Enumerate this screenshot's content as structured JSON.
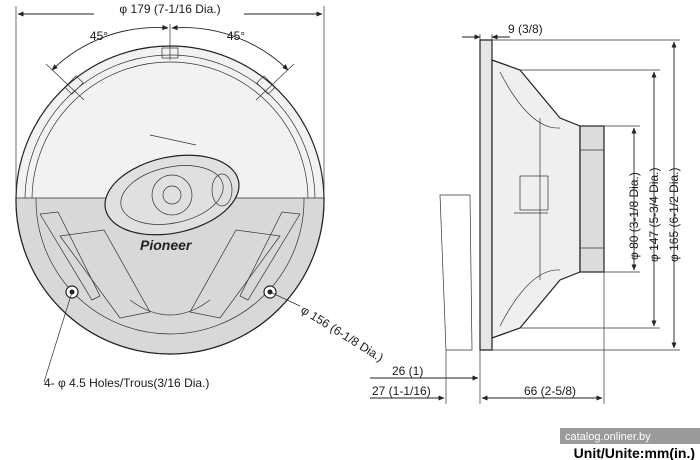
{
  "front_view": {
    "diameter_outer": "φ 179 (7-1/16 Dia.)",
    "angle_left": "45°",
    "angle_right": "45°",
    "diameter_mount": "φ 156 (6-1/8 Dia.)",
    "holes": "4- φ 4.5 Holes/Trous(3/16 Dia.)",
    "brand": "Pioneer"
  },
  "side_view": {
    "flange_thickness": "9 (3/8)",
    "mount_depth_a": "26 (1)",
    "mount_depth_b": "27 (1-1/16)",
    "magnet_depth": "66 (2-5/8)",
    "diameter_magnet": "φ 80 (3-1/8 Dia.)",
    "diameter_cone": "φ 147 (5-3/4 Dia.)",
    "diameter_frame": "φ 165 (6-1/2 Dia.)"
  },
  "unit_label": "Unit/Unite:mm(in.)",
  "watermark": "catalog.onliner.by",
  "colors": {
    "line": "#222222",
    "face_light": "#ececec",
    "face_shade": "#bdbdbd"
  }
}
